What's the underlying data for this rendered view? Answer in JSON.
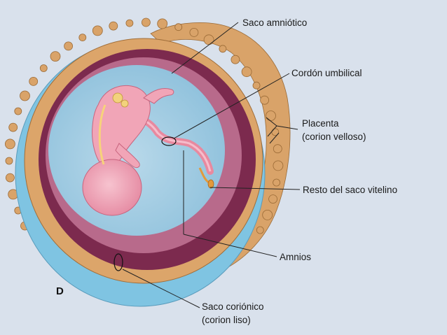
{
  "figure": {
    "panel_letter": "D",
    "labels": {
      "saco_amniotico": "Saco amniótico",
      "cordon_umbilical": "Cordón umbilical",
      "placenta": "Placenta",
      "placenta_sub": "(corion velloso)",
      "resto_saco_vitelino": "Resto del saco vitelino",
      "amnios": "Amnios",
      "saco_corionico": "Saco coriónico",
      "saco_corionico_sub": "(corion liso)"
    },
    "colors": {
      "background": "#d9e1ec",
      "chorion_outer_blue": "#7fc4e2",
      "chorion_orange": "#dca56a",
      "decidua_maroon": "#7c2a4e",
      "amnion_pink": "#b86a8b",
      "amniotic_fluid": "#9fcbe0",
      "embryo_pink": "#f1a5b7",
      "villi_tan": "#d9a369",
      "yolk_sac_orange": "#e39a3c"
    }
  }
}
